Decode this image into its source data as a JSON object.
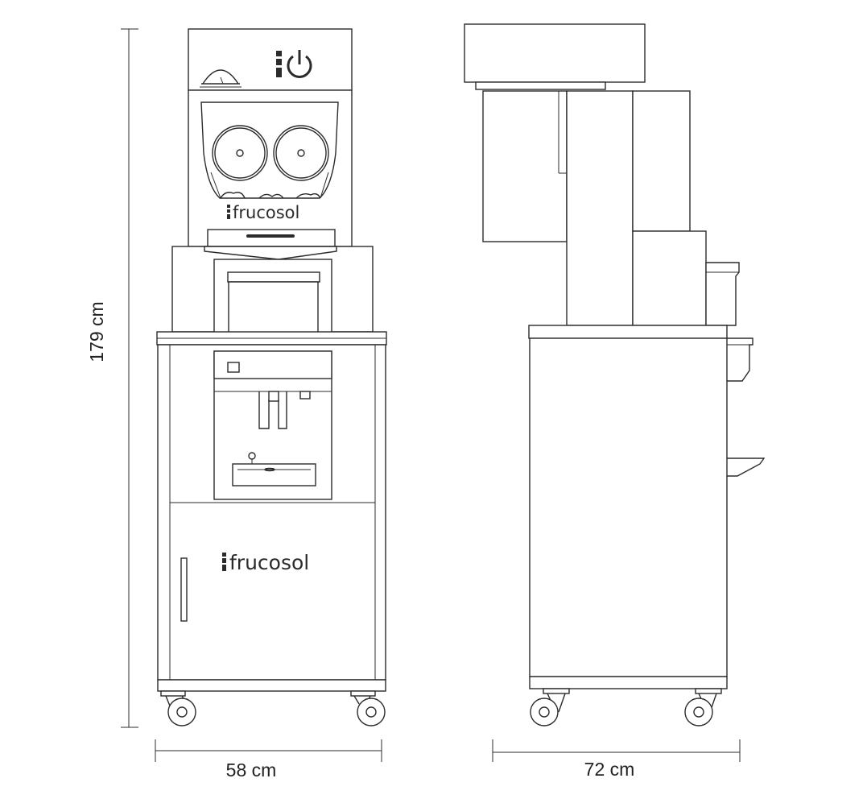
{
  "dimensions": {
    "height_label": "179 cm",
    "width_front_label": "58 cm",
    "depth_label": "72 cm"
  },
  "branding": {
    "juicer_logo": "frucosol",
    "cabinet_logo": "frucosol"
  },
  "icons": [
    "power-icon",
    "logo-mark-icon"
  ],
  "colors": {
    "line": "#2b2b2b",
    "background": "#ffffff"
  }
}
